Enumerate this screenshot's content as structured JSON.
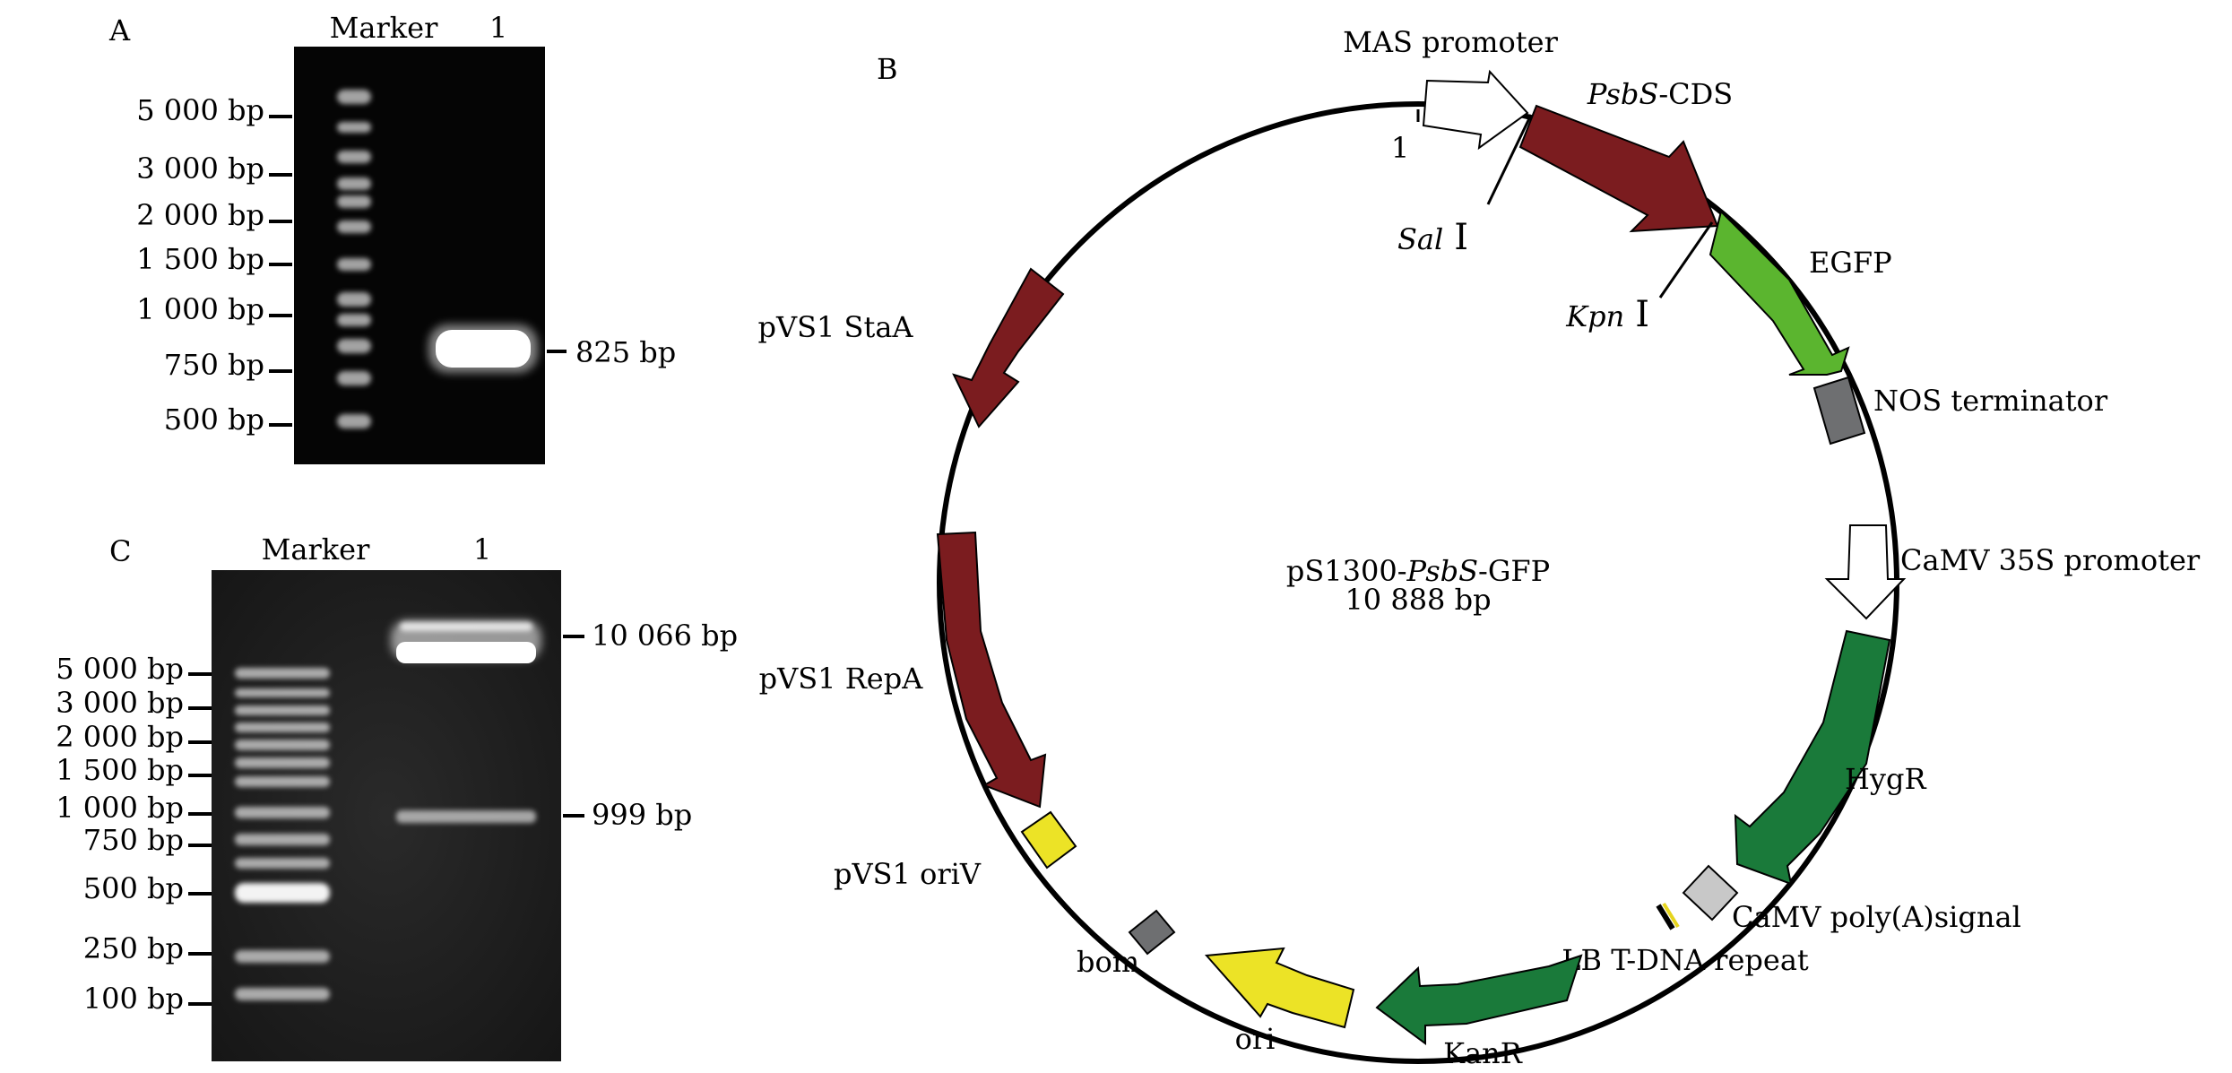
{
  "panels": {
    "a": {
      "letter": "A",
      "lane_headers": [
        "Marker",
        "1"
      ],
      "ladder": [
        {
          "label": "5 000 bp"
        },
        {
          "label": "3 000 bp"
        },
        {
          "label": "2 000 bp"
        },
        {
          "label": "1 500 bp"
        },
        {
          "label": "1 000 bp"
        },
        {
          "label": "750 bp"
        },
        {
          "label": "500 bp"
        }
      ],
      "band_label": "825 bp"
    },
    "b": {
      "letter": "B",
      "plasmid_name_prefix": "pS1300-",
      "plasmid_name_gene": "PsbS",
      "plasmid_name_suffix": "-GFP",
      "plasmid_size": "10 888 bp",
      "position_marker": "1",
      "features": [
        {
          "id": "mas",
          "label": "MAS promoter",
          "color": "#ffffff"
        },
        {
          "id": "psbs",
          "label_gene": "PsbS",
          "label_suffix": "-CDS",
          "color": "#7b1c1f"
        },
        {
          "id": "egfp",
          "label": "EGFP",
          "color": "#5bb52f"
        },
        {
          "id": "nos",
          "label": "NOS terminator",
          "color": "#6e6f71"
        },
        {
          "id": "camv35s",
          "label": "CaMV 35S promoter",
          "color": "#ffffff"
        },
        {
          "id": "hygr",
          "label": "HygR",
          "color": "#1a7a3a"
        },
        {
          "id": "polya",
          "label": "CaMV poly(A)signal",
          "color": "#c8c8c8"
        },
        {
          "id": "lb",
          "label": "LB T-DNA repeat",
          "color": "#e6d51e"
        },
        {
          "id": "kanr",
          "label": "KanR",
          "color": "#1a7a3a"
        },
        {
          "id": "ori",
          "label": "ori",
          "color": "#ece326"
        },
        {
          "id": "bom",
          "label": "bom",
          "color": "#6e6f71"
        },
        {
          "id": "oriv",
          "label": "pVS1 oriV",
          "color": "#ece326"
        },
        {
          "id": "repa",
          "label": "pVS1 RepA",
          "color": "#7b1c1f"
        },
        {
          "id": "staa",
          "label": "pVS1 StaA",
          "color": "#7b1c1f"
        }
      ],
      "sites": [
        {
          "name": "Sal",
          "numeral": "Ⅰ"
        },
        {
          "name": "Kpn",
          "numeral": "Ⅰ"
        }
      ]
    },
    "c": {
      "letter": "C",
      "lane_headers": [
        "Marker",
        "1"
      ],
      "ladder": [
        {
          "label": "5 000 bp"
        },
        {
          "label": "3 000 bp"
        },
        {
          "label": "2 000 bp"
        },
        {
          "label": "1 500 bp"
        },
        {
          "label": "1 000 bp"
        },
        {
          "label": "750 bp"
        },
        {
          "label": "500 bp"
        },
        {
          "label": "250 bp"
        },
        {
          "label": "100 bp"
        }
      ],
      "band_labels": [
        "10 066 bp",
        "999 bp"
      ]
    }
  }
}
